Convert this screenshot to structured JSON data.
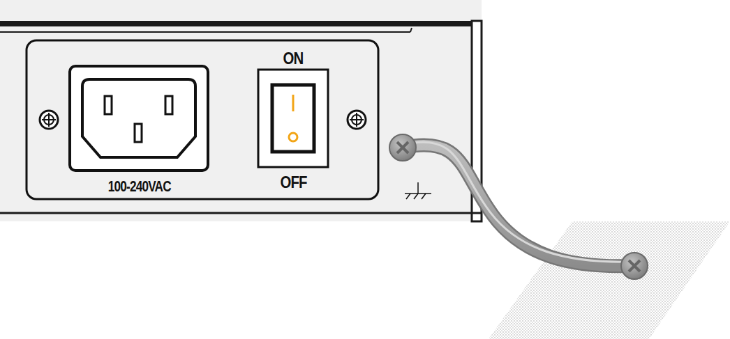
{
  "diagram": {
    "labels": [
      "ON",
      "100-240VAC",
      "OFF"
    ]
  }
}
